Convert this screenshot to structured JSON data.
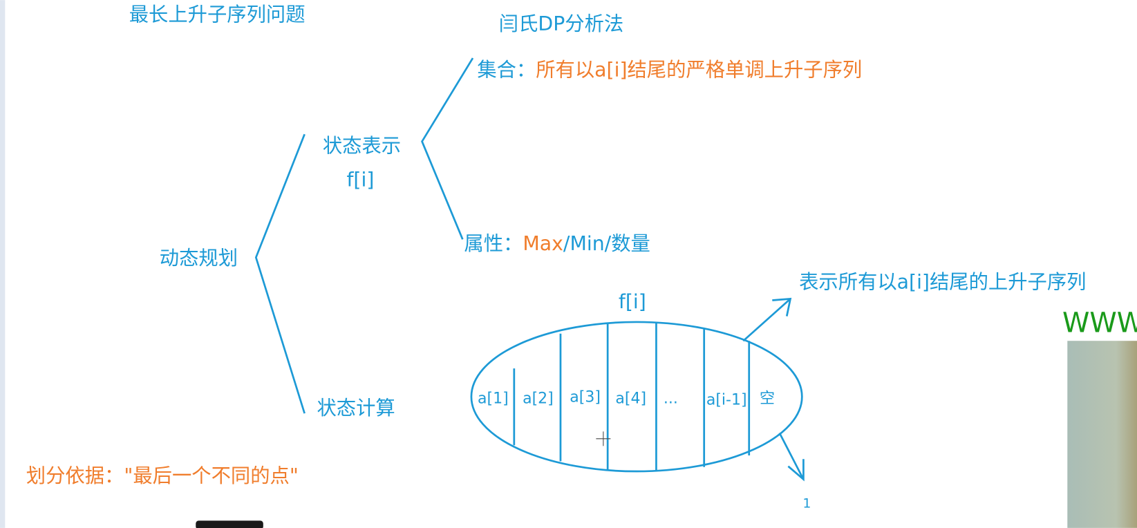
{
  "title": "最长上升子序列问题",
  "method": "闫氏DP分析法",
  "root": "动态规划",
  "state_repr": {
    "label": "状态表示",
    "symbol": "f[i]"
  },
  "set": {
    "label": "集合：",
    "value": "所有以a[i]结尾的严格单调上升子序列"
  },
  "attr": {
    "label": "属性：",
    "value_max": "Max",
    "value_rest": "/Min/数量"
  },
  "state_calc": "状态计算",
  "partition_basis": "划分依据：\"最后一个不同的点\"",
  "ellipse": {
    "title": "f[i]",
    "cells": [
      "a[1]",
      "a[2]",
      "a[3]",
      "a[4]",
      "...",
      "a[i-1]",
      "空"
    ],
    "annotation_top": "表示所有以a[i]结尾的上升子序列",
    "annotation_bottom": "1"
  },
  "watermark": "WWW",
  "colors": {
    "blue": "#1d9ad6",
    "orange": "#f07d2c",
    "green": "#1a9a1a"
  }
}
